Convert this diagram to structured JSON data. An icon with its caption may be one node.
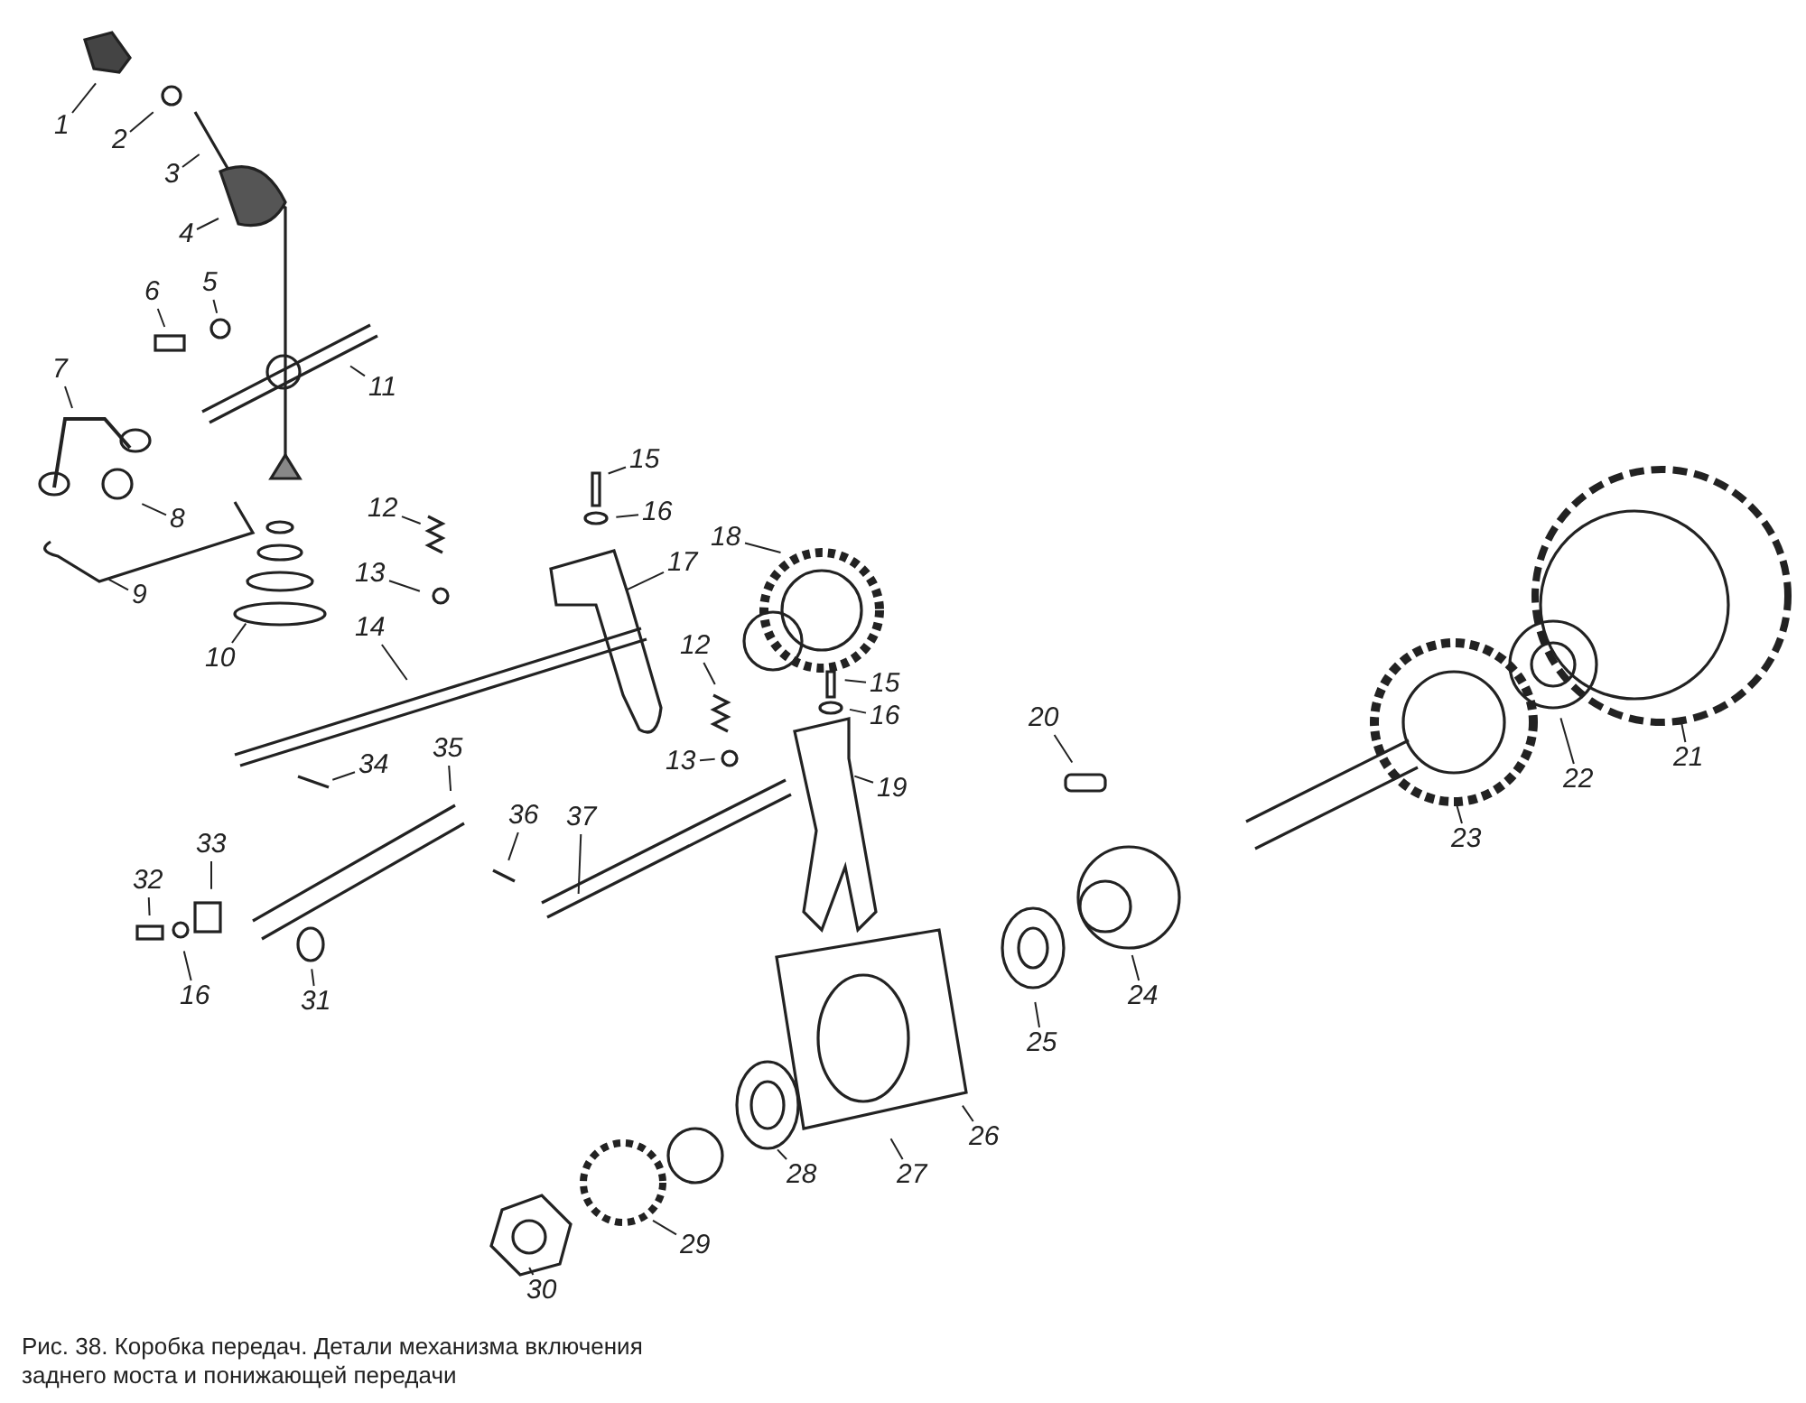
{
  "diagram": {
    "caption": "Рис. 38. Коробка передач. Детали механизма включения заднего моста и понижающей передачи",
    "nodes": [
      {
        "text": [
          "1"
        ]
      },
      {
        "text": [
          "2"
        ]
      },
      {
        "text": [
          "3"
        ]
      },
      {
        "text": [
          "4"
        ]
      },
      {
        "text": [
          "6"
        ]
      },
      {
        "text": [
          "5"
        ]
      },
      {
        "text": [
          "11"
        ]
      },
      {
        "text": [
          "7"
        ]
      },
      {
        "text": [
          "8"
        ]
      },
      {
        "text": [
          "9"
        ]
      },
      {
        "text": [
          "10"
        ]
      },
      {
        "text": [
          "12"
        ]
      },
      {
        "text": [
          "13"
        ]
      },
      {
        "text": [
          "14"
        ]
      },
      {
        "text": [
          "34"
        ]
      },
      {
        "text": [
          "35"
        ]
      },
      {
        "text": [
          "33"
        ]
      },
      {
        "text": [
          "32"
        ]
      },
      {
        "text": [
          "16"
        ]
      },
      {
        "text": [
          "31"
        ]
      },
      {
        "text": [
          "36"
        ]
      },
      {
        "text": [
          "37"
        ]
      },
      {
        "text": [
          "15"
        ]
      },
      {
        "text": [
          "16"
        ]
      },
      {
        "text": [
          "18"
        ]
      },
      {
        "text": [
          "17"
        ]
      },
      {
        "text": [
          "12"
        ]
      },
      {
        "text": [
          "13"
        ]
      },
      {
        "text": [
          "15"
        ]
      },
      {
        "text": [
          "16"
        ]
      },
      {
        "text": [
          "19"
        ]
      },
      {
        "text": [
          "20"
        ]
      },
      {
        "text": [
          "21"
        ]
      },
      {
        "text": [
          "22"
        ]
      },
      {
        "text": [
          "23"
        ]
      },
      {
        "text": [
          "24"
        ]
      },
      {
        "text": [
          "25"
        ]
      },
      {
        "text": [
          "26"
        ]
      },
      {
        "text": [
          "27"
        ]
      },
      {
        "text": [
          "28"
        ]
      },
      {
        "text": [
          "29"
        ]
      },
      {
        "text": [
          "30"
        ]
      }
    ],
    "edges": [
      {
        "from": 0,
        "to": null,
        "arrow": "none"
      },
      {
        "from": 1,
        "to": null,
        "arrow": "none"
      },
      {
        "from": 2,
        "to": null,
        "arrow": "none"
      },
      {
        "from": 3,
        "to": null,
        "arrow": "none"
      },
      {
        "from": 4,
        "to": null,
        "arrow": "none"
      },
      {
        "from": 5,
        "to": null,
        "arrow": "none"
      },
      {
        "from": 6,
        "to": null,
        "arrow": "none"
      },
      {
        "from": 7,
        "to": null,
        "arrow": "none"
      },
      {
        "from": 8,
        "to": null,
        "arrow": "none"
      },
      {
        "from": 9,
        "to": null,
        "arrow": "none"
      },
      {
        "from": 10,
        "to": null,
        "arrow": "none"
      },
      {
        "from": 11,
        "to": null,
        "arrow": "none"
      },
      {
        "from": 12,
        "to": null,
        "arrow": "none"
      },
      {
        "from": 13,
        "to": null,
        "arrow": "none"
      },
      {
        "from": 14,
        "to": null,
        "arrow": "none"
      },
      {
        "from": 15,
        "to": null,
        "arrow": "none"
      },
      {
        "from": 16,
        "to": null,
        "arrow": "none"
      },
      {
        "from": 17,
        "to": null,
        "arrow": "none"
      },
      {
        "from": 18,
        "to": null,
        "arrow": "none"
      },
      {
        "from": 19,
        "to": null,
        "arrow": "none"
      },
      {
        "from": 20,
        "to": null,
        "arrow": "none"
      },
      {
        "from": 21,
        "to": null,
        "arrow": "none"
      },
      {
        "from": 22,
        "to": null,
        "arrow": "none"
      },
      {
        "from": 23,
        "to": null,
        "arrow": "none"
      },
      {
        "from": 24,
        "to": null,
        "arrow": "none"
      },
      {
        "from": 25,
        "to": null,
        "arrow": "none"
      },
      {
        "from": 26,
        "to": null,
        "arrow": "none"
      },
      {
        "from": 27,
        "to": null,
        "arrow": "none"
      },
      {
        "from": 28,
        "to": null,
        "arrow": "none"
      },
      {
        "from": 29,
        "to": null,
        "arrow": "none"
      },
      {
        "from": 30,
        "to": null,
        "arrow": "none"
      },
      {
        "from": 31,
        "to": null,
        "arrow": "none"
      },
      {
        "from": 32,
        "to": null,
        "arrow": "none"
      },
      {
        "from": 33,
        "to": null,
        "arrow": "none"
      },
      {
        "from": 34,
        "to": null,
        "arrow": "none"
      },
      {
        "from": 35,
        "to": null,
        "arrow": "none"
      },
      {
        "from": 36,
        "to": null,
        "arrow": "none"
      },
      {
        "from": 37,
        "to": null,
        "arrow": "none"
      },
      {
        "from": 38,
        "to": null,
        "arrow": "none"
      },
      {
        "from": 39,
        "to": null,
        "arrow": "none"
      },
      {
        "from": 40,
        "to": null,
        "arrow": "none"
      },
      {
        "from": 41,
        "to": null,
        "arrow": "none"
      }
    ]
  }
}
